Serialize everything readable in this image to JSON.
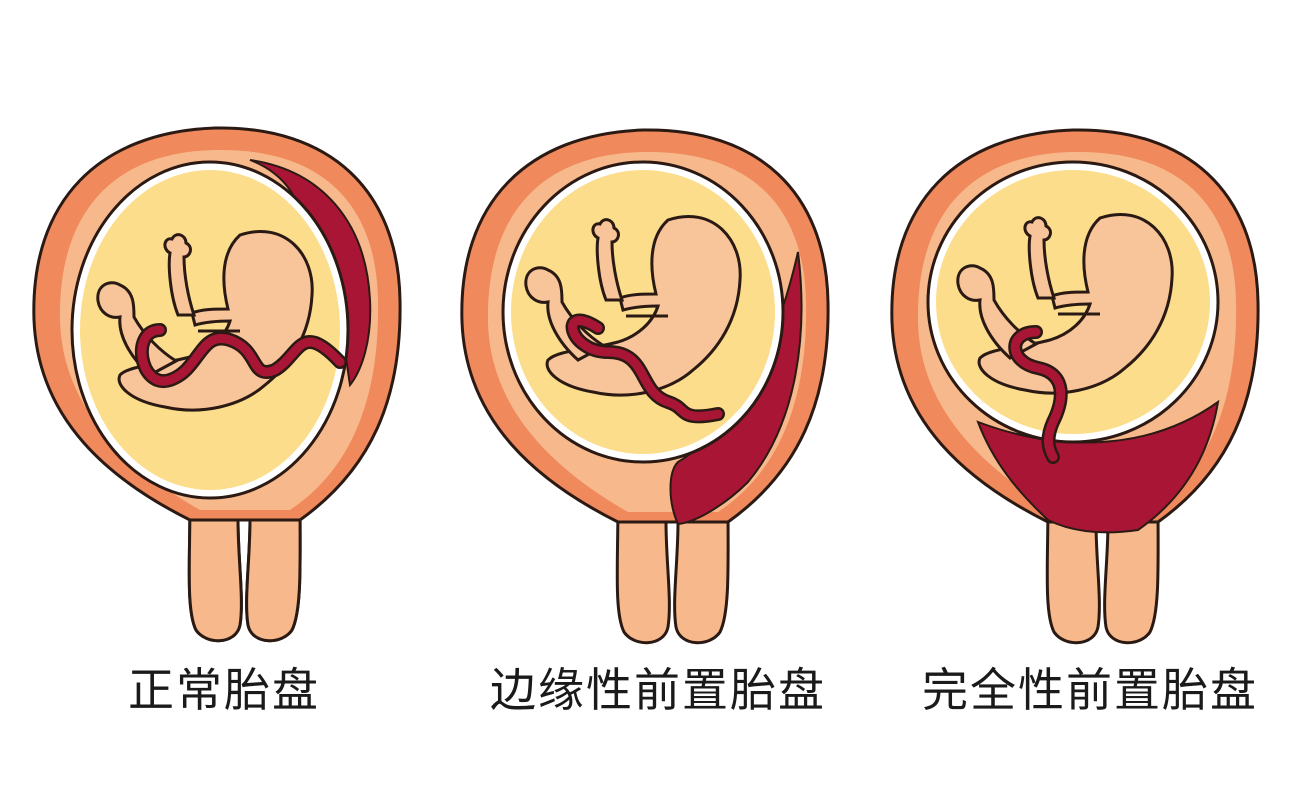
{
  "panels": [
    {
      "label": "正常胎盘"
    },
    {
      "label": "边缘性前置胎盘"
    },
    {
      "label": "完全性前置胎盘"
    }
  ],
  "colors": {
    "uterus_wall": "#F08A5D",
    "uterus_inner": "#F7B98B",
    "amniotic_fluid": "#FBDD8C",
    "placenta": "#A81535",
    "fetus_skin": "#F8C49A",
    "outline": "#2B1A14"
  }
}
